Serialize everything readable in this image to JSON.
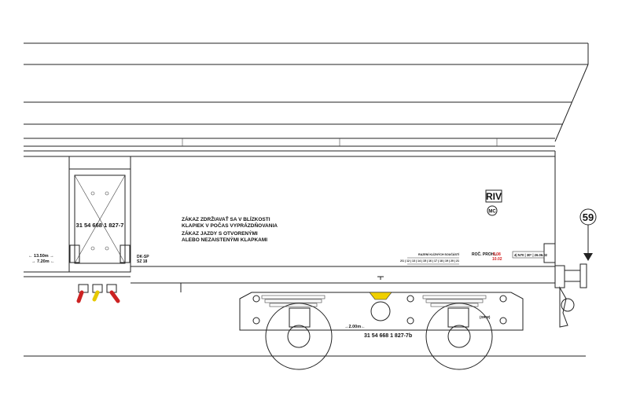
{
  "wagon": {
    "number_panel": "31 54 668 1 827-7",
    "number_bogie": "31 54 668 1 827-7b",
    "warning": {
      "line1": "ZÁKAZ ZDRŽIAVAŤ SA V BLÍZKOSTI",
      "line2": "KLAPIEK V POČAS VYPRÁZDŇOVANIA",
      "line3": "ZÁKAZ JAZDY S OTVORENÝMI",
      "line4": "ALEBO NEZAISTENÝMI KLAPKAMI"
    },
    "riv": "RIV",
    "mc": "MC",
    "station": {
      "line1": "DK-SP",
      "line2": "SZ 18"
    },
    "length_over_buffers": "← 13.50m →",
    "length_frame": "→ 7.20m ←",
    "bogie_distance": "→2.00m←",
    "revision_label": "ROČ. PROHL.",
    "revision_val1": "5.08",
    "revision_val2": "10.02",
    "revision_codes": "4| N70 | 30⁰ | 26.06.02",
    "load_table_title": "RAZENÍ KLÍZNÝCH SOUČÁSTÍ",
    "load_table_row": "2/1 | 12 | 13 | 14 | 15 | 16 | 17 | 18 | 19 | 20 | 21",
    "srm": "(SRW)",
    "callout": "59"
  },
  "colors": {
    "line": "#222222",
    "handle_red": "#cc2222",
    "handle_yellow": "#e6c800",
    "marker_yellow": "#f0d000",
    "revision_red": "#d41f1f"
  }
}
